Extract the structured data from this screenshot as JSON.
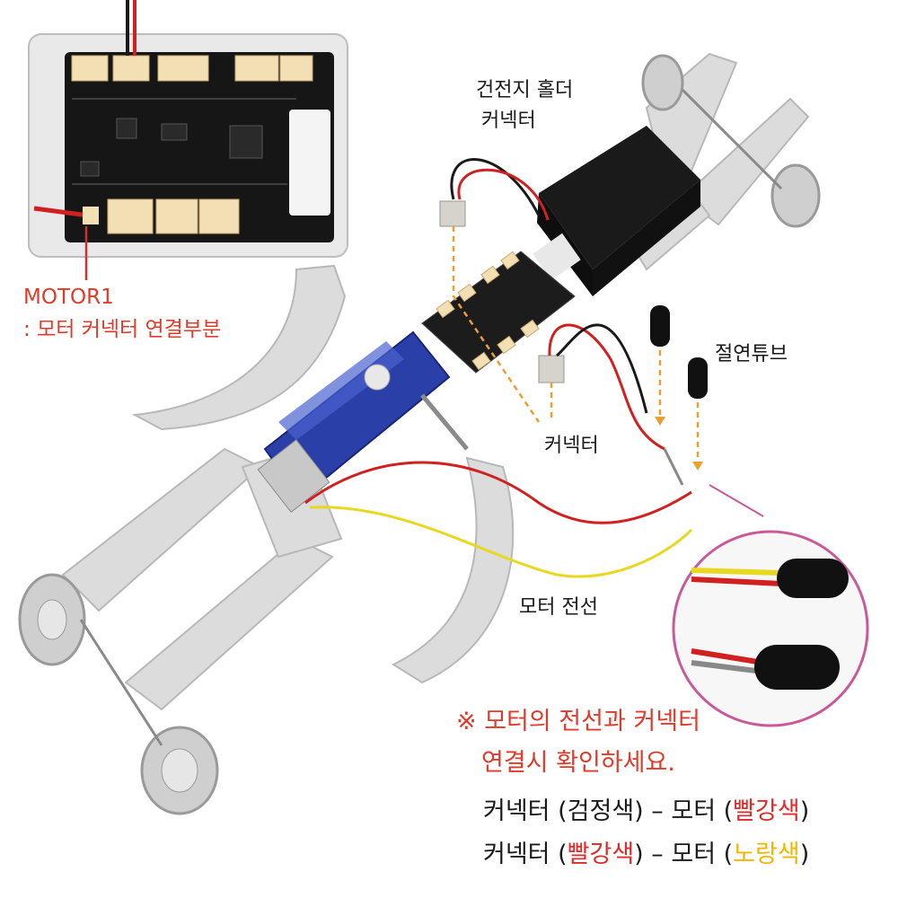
{
  "labels": {
    "battery_holder_line1": "건전지 홀더",
    "battery_holder_line2": "커넥터",
    "motor1_title": "MOTOR1",
    "motor1_desc": ": 모터 커넥터 연결부분",
    "insulation_tube": "절연튜브",
    "connector": "커넥터",
    "motor_wire": "모터 전선"
  },
  "note": {
    "line1": "※ 모터의 전선과 커넥터",
    "line2": "연결시  확인하세요."
  },
  "legend": [
    {
      "left": "커넥터 (",
      "left_color": "검정색",
      "mid": ") – 모터 (",
      "right_color": "빨강색",
      "right_close": ")"
    },
    {
      "left": "커넥터 (",
      "left_color": "빨강색",
      "mid": ") – 모터 (",
      "right_color": "노랑색",
      "right_close": ")"
    }
  ],
  "colors": {
    "accent_red": "#e02a2a",
    "accent_yellow": "#f2b600",
    "guide_orange": "#e8a030",
    "magnifier_ring": "#c85a9a"
  },
  "icons": [
    "pcb-board",
    "battery-holder",
    "gear-motor",
    "wheel",
    "insulation-tube",
    "wire"
  ]
}
